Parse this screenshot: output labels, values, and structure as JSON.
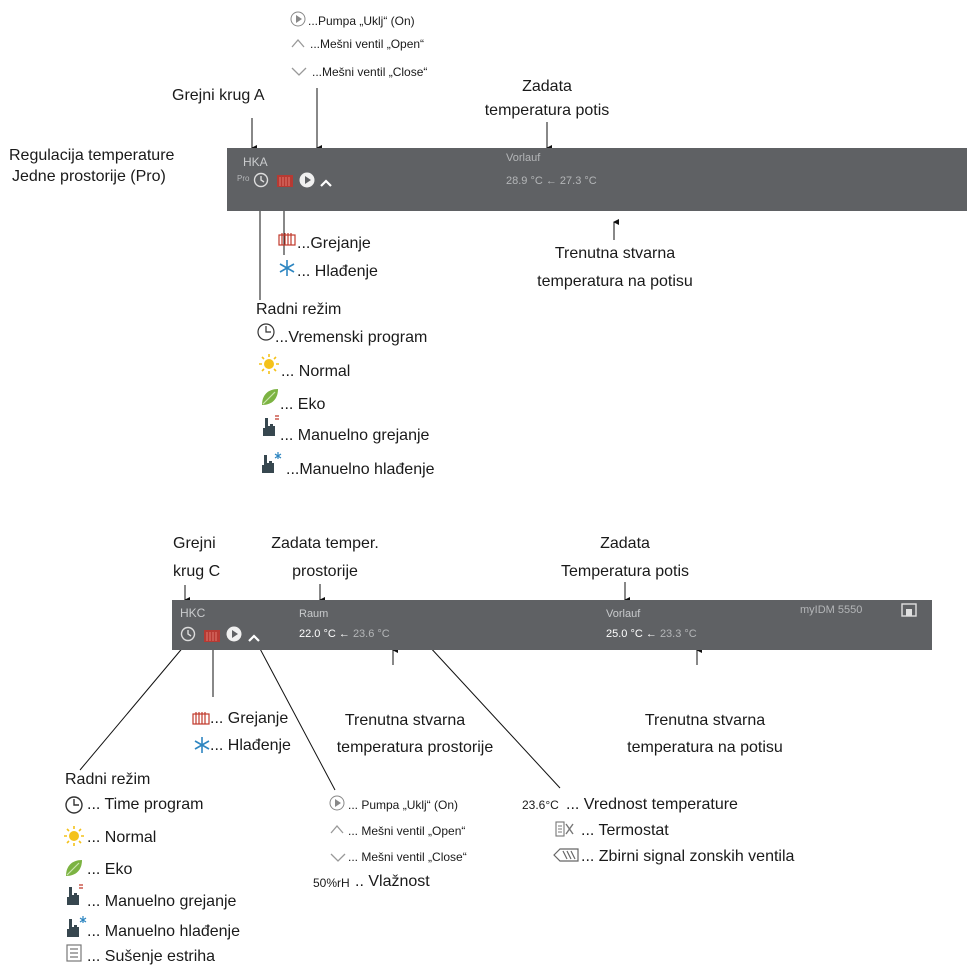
{
  "top": {
    "legend_pump": "...Pumpa „Uklj“ (On)",
    "legend_open": "...Mešni ventil „Open“",
    "legend_close": "...Mešni ventil „Close“",
    "title_circuit": "Grejni krug A",
    "title_setflow_1": "Zadata",
    "title_setflow_2": "temperatura potis",
    "title_regulation_1": "Regulacija temperature",
    "title_regulation_2": "Jedne prostorije (Pro)",
    "panel": {
      "circuit": "HKA",
      "pro": "Pro",
      "flow_label": "Vorlauf",
      "flow_values": "28.9 °C ← 27.3 °C"
    },
    "heating": "...Grejanje",
    "cooling": "... Hlađenje",
    "actual_flow_1": "Trenutna stvarna",
    "actual_flow_2": "temperatura na potisu",
    "mode_title": "Radni režim",
    "mode_time": "...Vremenski program",
    "mode_normal": "... Normal",
    "mode_eco": "... Eko",
    "mode_manual_heat": "... Manuelno grejanje",
    "mode_manual_cool": "...Manuelno hlađenje"
  },
  "bottom": {
    "circuit_1": "Grejni",
    "circuit_2": "krug C",
    "setroom_1": "Zadata temper.",
    "setroom_2": "prostorije",
    "setflow_1": "Zadata",
    "setflow_2": "Temperatura potis",
    "panel": {
      "circuit": "HKC",
      "room_label": "Raum",
      "room_set": "22.0 °C",
      "room_actual": "23.6 °C",
      "flow_label": "Vorlauf",
      "flow_set": "25.0 °C",
      "flow_actual": "23.3 °C",
      "device": "myIDM 5550"
    },
    "heating": "... Grejanje",
    "cooling": "... Hlađenje",
    "actual_room_1": "Trenutna stvarna",
    "actual_room_2": "temperatura prostorije",
    "actual_flow_1": "Trenutna stvarna",
    "actual_flow_2": "temperatura na potisu",
    "mode_title": "Radni režim",
    "mode_time": "... Time program",
    "mode_normal": "... Normal",
    "mode_eco": "... Eko",
    "mode_manual_heat": "... Manuelno grejanje",
    "mode_manual_cool": "... Manuelno hlađenje",
    "mode_screed": "... Sušenje estriha",
    "pump": "... Pumpa „Uklj“ (On)",
    "open": "... Mešni ventil „Open“",
    "close": "... Mešni ventil „Close“",
    "humidity_value": "50%rH",
    "humidity_label": ".. Vlažnost",
    "temp_value": "23.6°C",
    "temp_label": "... Vrednost temperature",
    "thermostat": "... Termostat",
    "zone_valves": "... Zbirni signal zonskih ventila"
  },
  "colors": {
    "panel": "#5f6164",
    "heating_red": "#c0392b",
    "cooling_blue": "#2e86c1",
    "sun": "#f4c21b",
    "leaf": "#7cb342",
    "hand": "#37474f"
  }
}
